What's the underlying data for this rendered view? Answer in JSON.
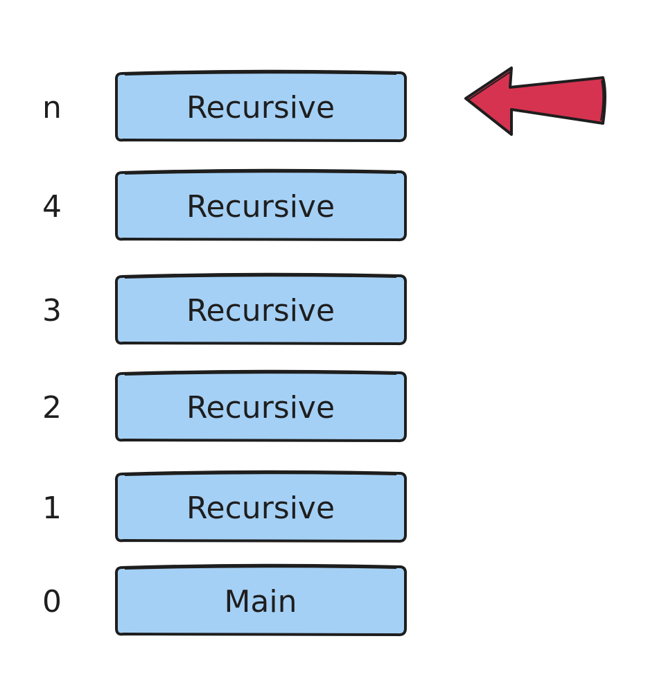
{
  "diagram": {
    "frames": [
      {
        "index": "n",
        "label": "Recursive"
      },
      {
        "index": "4",
        "label": "Recursive"
      },
      {
        "index": "3",
        "label": "Recursive"
      },
      {
        "index": "2",
        "label": "Recursive"
      },
      {
        "index": "1",
        "label": "Recursive"
      },
      {
        "index": "0",
        "label": "Main"
      }
    ],
    "colors": {
      "frame_fill": "#a5d0f5",
      "stroke": "#1e1e1e",
      "arrow_fill": "#d63350"
    },
    "pointer": {
      "target_frame": "n"
    }
  }
}
